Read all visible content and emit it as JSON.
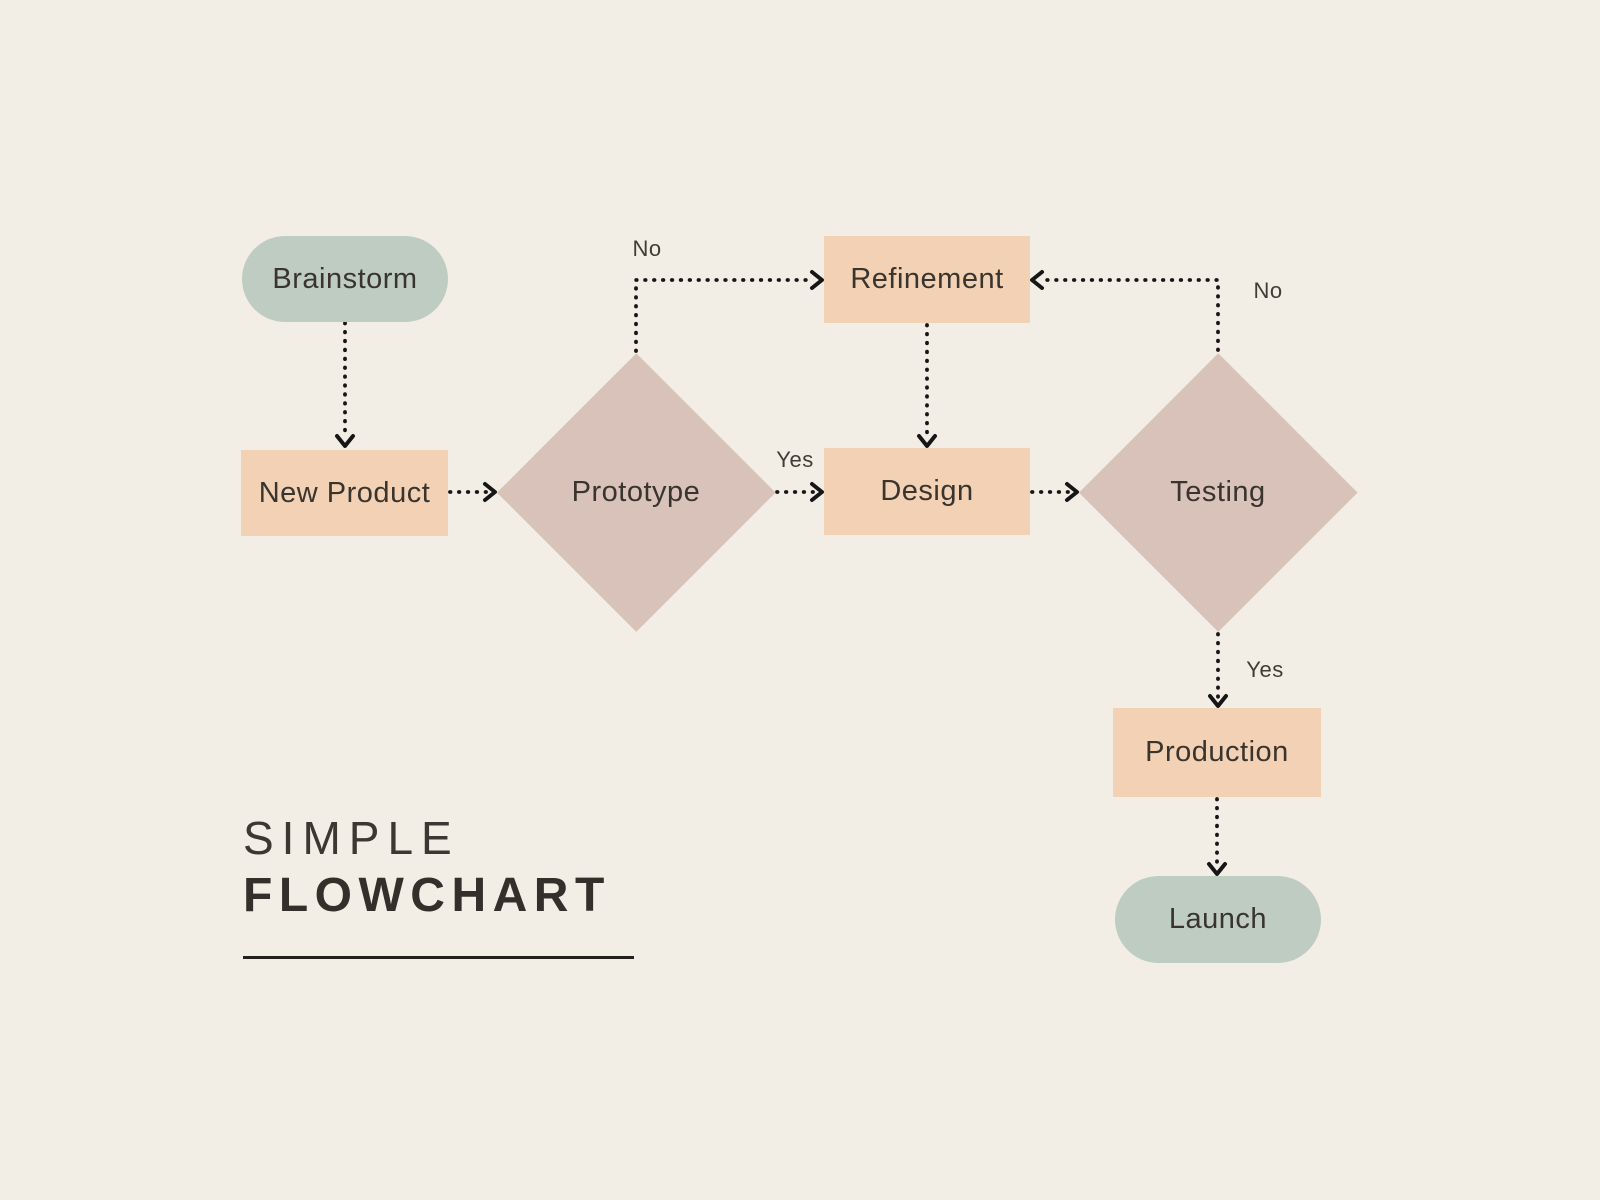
{
  "title": {
    "line1": "SIMPLE",
    "line2": "FLOWCHART"
  },
  "nodes": {
    "brainstorm": {
      "label": "Brainstorm",
      "shape": "pill",
      "fill": "#bfccc1"
    },
    "new_product": {
      "label": "New Product",
      "shape": "rectangle",
      "fill": "#f2d1b4"
    },
    "prototype": {
      "label": "Prototype",
      "shape": "diamond",
      "fill": "#d8c2b9"
    },
    "refinement": {
      "label": "Refinement",
      "shape": "rectangle",
      "fill": "#f2d1b4"
    },
    "design": {
      "label": "Design",
      "shape": "rectangle",
      "fill": "#f2d1b4"
    },
    "testing": {
      "label": "Testing",
      "shape": "diamond",
      "fill": "#d8c2b9"
    },
    "production": {
      "label": "Production",
      "shape": "rectangle",
      "fill": "#f2d1b4"
    },
    "launch": {
      "label": "Launch",
      "shape": "pill",
      "fill": "#bfccc1"
    }
  },
  "edge_labels": {
    "prototype_no": "No",
    "prototype_yes": "Yes",
    "testing_no": "No",
    "testing_yes": "Yes"
  },
  "edges": [
    {
      "from": "Brainstorm",
      "to": "New Product",
      "label": ""
    },
    {
      "from": "New Product",
      "to": "Prototype",
      "label": ""
    },
    {
      "from": "Prototype",
      "to": "Refinement",
      "label": "No"
    },
    {
      "from": "Prototype",
      "to": "Design",
      "label": "Yes"
    },
    {
      "from": "Refinement",
      "to": "Design",
      "label": ""
    },
    {
      "from": "Design",
      "to": "Testing",
      "label": ""
    },
    {
      "from": "Testing",
      "to": "Refinement",
      "label": "No"
    },
    {
      "from": "Testing",
      "to": "Production",
      "label": "Yes"
    },
    {
      "from": "Production",
      "to": "Launch",
      "label": ""
    }
  ],
  "colors": {
    "background": "#f3eee5",
    "terminator_fill": "#bfccc1",
    "process_fill": "#f2d1b4",
    "decision_fill": "#d8c2b9",
    "node_text": "#39342e",
    "edge_label_text": "#413c36",
    "connector": "#161616",
    "title_text": "#33302b"
  }
}
